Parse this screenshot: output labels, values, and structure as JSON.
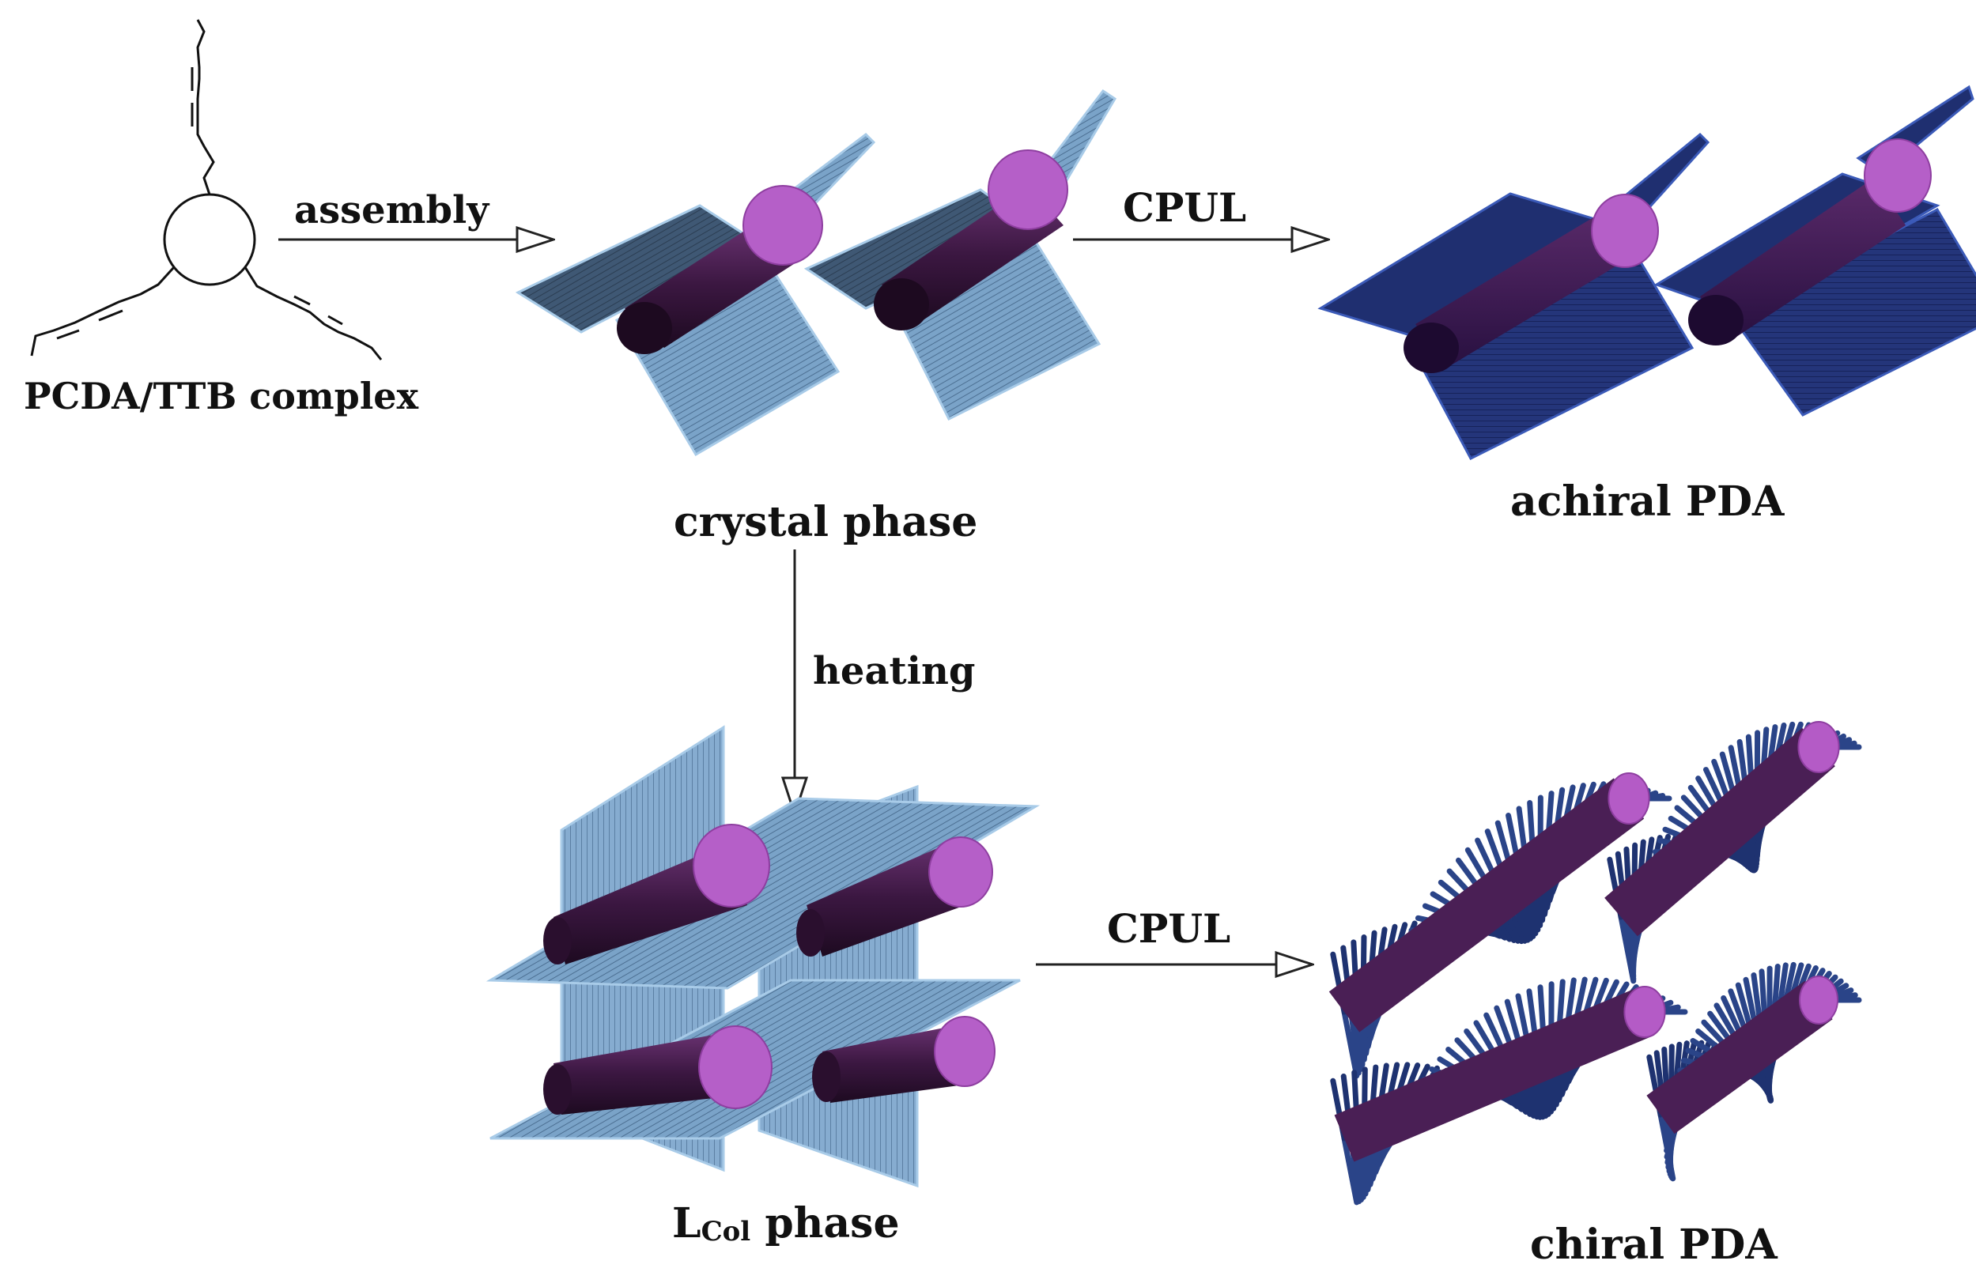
{
  "labels": {
    "complex": "PCDA/TTB complex",
    "assembly": "assembly",
    "cpul_top": "CPUL",
    "crystal_phase": "crystal phase",
    "achiral_pda": "achiral PDA",
    "heating": "heating",
    "lcol_main": "L",
    "lcol_sub": "Col",
    "lcol_suffix": " phase",
    "cpul_bottom": "CPUL",
    "chiral_pda": "chiral PDA"
  },
  "colors": {
    "crystal_panel": "#6b98c0",
    "crystal_panel_dark": "#3d5570",
    "crystal_edge": "#a8cbe8",
    "pda_panel": "#1f2f70",
    "pda_edge": "#3b5ab8",
    "column_dark": "#2b1030",
    "column_body": "#5a2a62",
    "column_face": "#b45bc6",
    "lcol_panel": "#7fa6c8",
    "chiral_blade": "#2a4488",
    "arrow": "#222222",
    "text": "#111111"
  }
}
